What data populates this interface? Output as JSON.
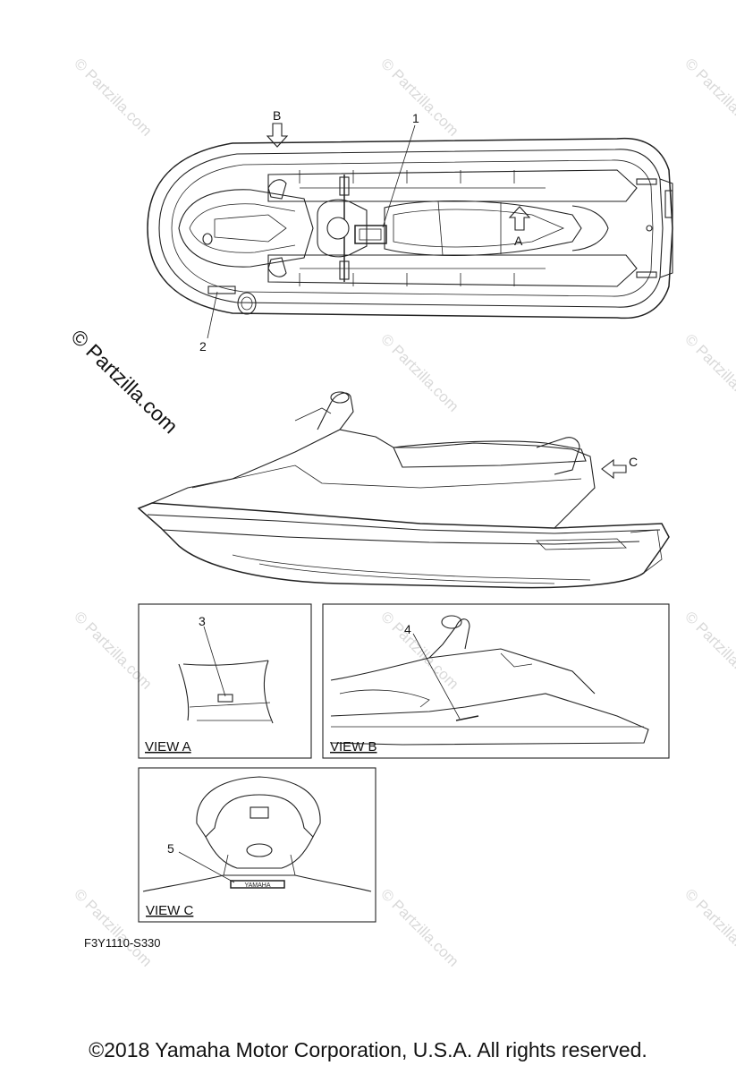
{
  "callouts": {
    "c1": "1",
    "c2": "2",
    "c3": "3",
    "c4": "4",
    "c5": "5",
    "arrow_a": "A",
    "arrow_b": "B",
    "arrow_c": "C"
  },
  "views": {
    "view_a": "VIEW A",
    "view_b": "VIEW B",
    "view_c": "VIEW C"
  },
  "part_code": "F3Y1110-S330",
  "watermark": "© Partzilla.com",
  "copyright": "©2018  Yamaha Motor Corporation, U.S.A. All rights reserved.",
  "decal_text": "YAMAHA",
  "icons": [
    "arrow-down-icon",
    "arrow-up-icon",
    "arrow-left-icon"
  ]
}
